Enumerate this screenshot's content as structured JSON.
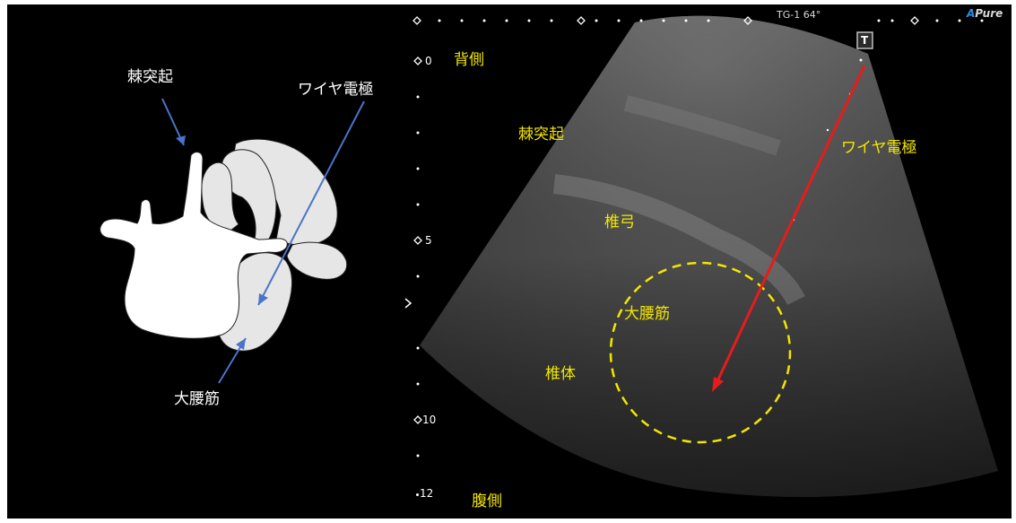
{
  "diagram": {
    "labels": {
      "spinous_process": "棘突起",
      "wire_electrode": "ワイヤ電極",
      "psoas_major": "大腰筋"
    },
    "colors": {
      "bone": "#ffffff",
      "muscle": "#e6e6e6",
      "arrow": "#4a74c9"
    }
  },
  "ultrasound": {
    "header": {
      "probe_angle": "TG-1 64°",
      "brand_a": "A",
      "brand_rest": "Pure",
      "t_badge": "T"
    },
    "depth_scale": {
      "d0": "0",
      "d5": "5",
      "d10": "10",
      "d12": "12"
    },
    "labels": {
      "dorsal": "背側",
      "ventral": "腹側",
      "spinous_process": "棘突起",
      "lamina": "椎弓",
      "psoas_major": "大腰筋",
      "vertebral_body": "椎体",
      "wire_electrode": "ワイヤ電極"
    },
    "colors": {
      "label": "#f2e600",
      "needle": "#e81b1b",
      "circle": "#f2e600"
    }
  }
}
